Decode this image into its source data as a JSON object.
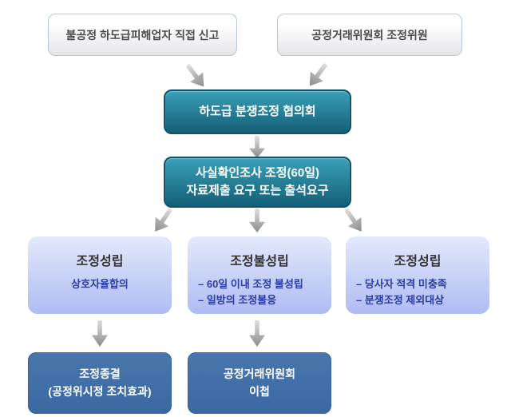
{
  "flowchart": {
    "sources": {
      "left": "불공정 하도급피해업자 직접 신고",
      "right": "공정거래위원회 조정위원"
    },
    "council": "하도급 분쟁조정 협의회",
    "investigation": {
      "line1": "사실확인조사 조정(60일)",
      "line2": "자료제출 요구 또는 출석요구"
    },
    "outcomes": {
      "left": {
        "title": "조정성립",
        "details": [
          "상호자율합의"
        ]
      },
      "middle": {
        "title": "조정불성립",
        "details": [
          "– 60일 이내 조정 불성립",
          "– 일방의 조정불응"
        ]
      },
      "right": {
        "title": "조정성립",
        "details": [
          "– 당사자 적격 미충족",
          "– 분쟁조정 제외대상"
        ]
      }
    },
    "finals": {
      "left": {
        "line1": "조정종결",
        "line2": "(공정위시정 조치효과)"
      },
      "middle": {
        "line1": "공정거래위원회",
        "line2": "이첩"
      }
    },
    "colors": {
      "teal_top": "#3aa0b8",
      "teal_bottom": "#135f77",
      "teal_border": "#0f5468",
      "light_blue_top": "#e4e9fc",
      "light_blue_bottom": "#aebcf2",
      "steel_blue": "#3c68a2",
      "steel_border": "#38639d",
      "source_border": "#b9c5e6",
      "detail_text": "#2b3ca6",
      "arrow_gray": "#8b8b8b"
    }
  }
}
